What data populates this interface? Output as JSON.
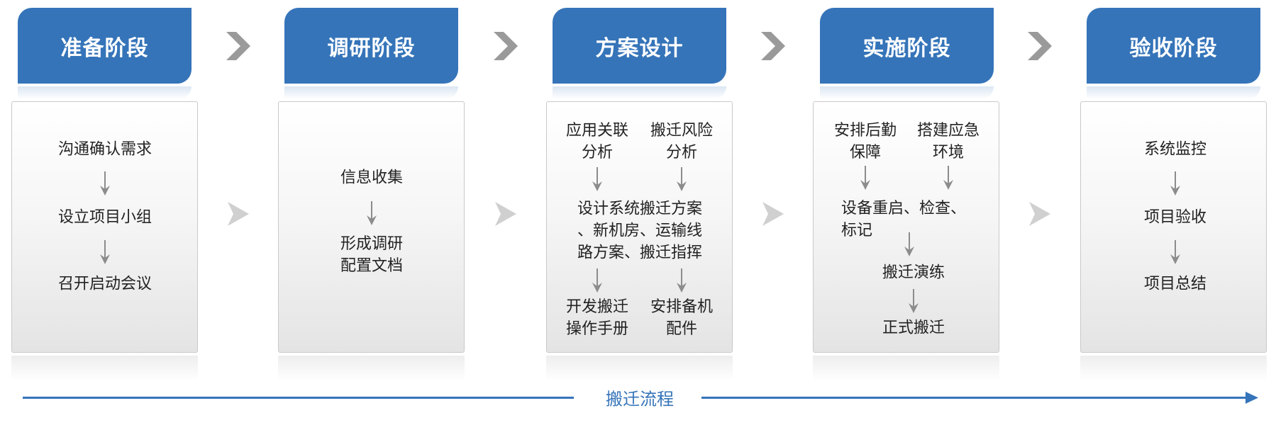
{
  "stages": [
    {
      "title": "准备阶段",
      "steps": [
        "沟通确认需求",
        "设立项目小组",
        "召开启动会议"
      ]
    },
    {
      "title": "调研阶段",
      "steps": [
        "信息收集",
        "形成调研\n配置文档"
      ]
    },
    {
      "title": "方案设计",
      "steps": [
        "应用关联\n分析",
        "搬迁风险\n分析",
        "设计系统搬迁方案\n、新机房、运输线\n路方案、搬迁指挥",
        "开发搬迁\n操作手册",
        "安排备机\n配件"
      ]
    },
    {
      "title": "实施阶段",
      "steps": [
        "安排后勤\n保障",
        "搭建应急\n环境",
        "设备重启、检查、\n标记",
        "搬迁演练",
        "正式搬迁"
      ]
    },
    {
      "title": "验收阶段",
      "steps": [
        "系统监控",
        "项目验收",
        "项目总结"
      ]
    }
  ],
  "flow_label": "搬迁流程",
  "colors": {
    "header": "#3574b9",
    "arrow": "#8c8c8c",
    "chevron": "#9a9a9a",
    "flow": "#3574b9"
  }
}
